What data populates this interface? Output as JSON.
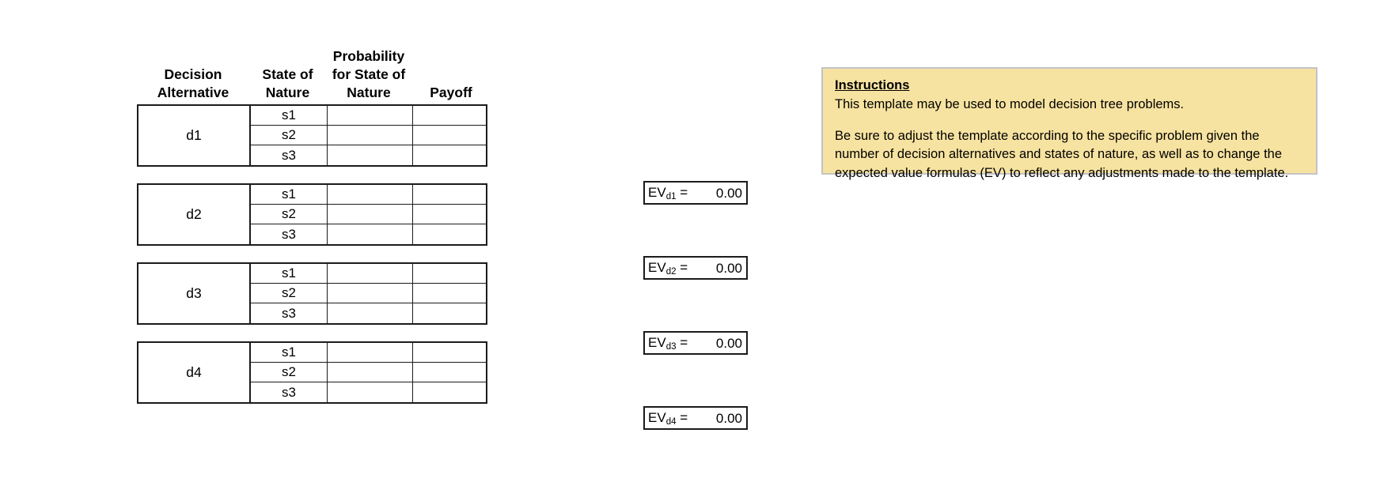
{
  "table": {
    "headers": {
      "decision_alternative": "Decision\nAlternative",
      "decision_alternative_line1": "Decision",
      "decision_alternative_line2": "Alternative",
      "state_of_nature_line1": "State of",
      "state_of_nature_line2": "Nature",
      "probability_line1": "Probability",
      "probability_line2": "for State of",
      "probability_line3": "Nature",
      "payoff": "Payoff"
    },
    "alternatives": [
      {
        "decision": "d1",
        "states": [
          {
            "state": "s1",
            "probability": "",
            "payoff": ""
          },
          {
            "state": "s2",
            "probability": "",
            "payoff": ""
          },
          {
            "state": "s3",
            "probability": "",
            "payoff": ""
          }
        ],
        "ev_label": "EV",
        "ev_subscript": "d1",
        "ev_equals": " =",
        "ev_value": "0.00"
      },
      {
        "decision": "d2",
        "states": [
          {
            "state": "s1",
            "probability": "",
            "payoff": ""
          },
          {
            "state": "s2",
            "probability": "",
            "payoff": ""
          },
          {
            "state": "s3",
            "probability": "",
            "payoff": ""
          }
        ],
        "ev_label": "EV",
        "ev_subscript": "d2",
        "ev_equals": " =",
        "ev_value": "0.00"
      },
      {
        "decision": "d3",
        "states": [
          {
            "state": "s1",
            "probability": "",
            "payoff": ""
          },
          {
            "state": "s2",
            "probability": "",
            "payoff": ""
          },
          {
            "state": "s3",
            "probability": "",
            "payoff": ""
          }
        ],
        "ev_label": "EV",
        "ev_subscript": "d3",
        "ev_equals": " =",
        "ev_value": "0.00"
      },
      {
        "decision": "d4",
        "states": [
          {
            "state": "s1",
            "probability": "",
            "payoff": ""
          },
          {
            "state": "s2",
            "probability": "",
            "payoff": ""
          },
          {
            "state": "s3",
            "probability": "",
            "payoff": ""
          }
        ],
        "ev_label": "EV",
        "ev_subscript": "d4",
        "ev_equals": " =",
        "ev_value": "0.00"
      }
    ]
  },
  "instructions": {
    "title": "Instructions",
    "paragraph1": "This template may be used to model decision tree problems.",
    "paragraph2": "Be sure to adjust the template according to the specific problem given the number of decision alternatives and states of nature, as well as to change the expected value formulas (EV) to reflect any adjustments made to the template.",
    "background_color": "#f7e3a1",
    "border_color": "#c3c3c3"
  },
  "colors": {
    "page_background": "#ffffff",
    "table_border": "#1b1b1b",
    "text": "#000000"
  }
}
